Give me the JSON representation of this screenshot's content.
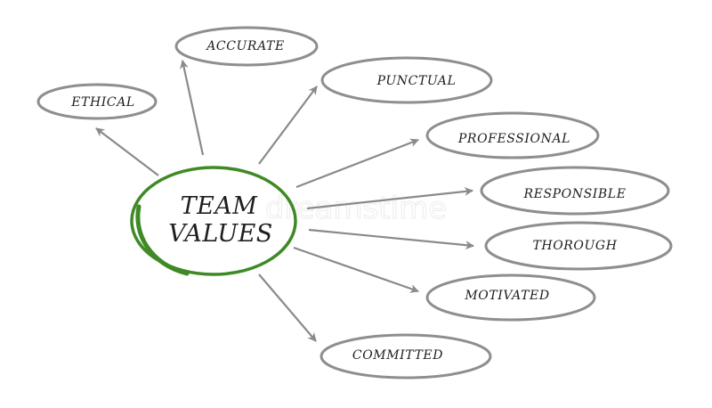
{
  "diagram": {
    "center": {
      "line1": "TEAM",
      "line2": "VALUES",
      "ring_color": "#3f8a25"
    },
    "edge_color": "#8a8a8a",
    "node_ring_color": "#8e8e8e",
    "nodes": [
      {
        "id": "ethical",
        "label": "ETHICAL"
      },
      {
        "id": "accurate",
        "label": "ACCURATE"
      },
      {
        "id": "punctual",
        "label": "PUNCTUAL"
      },
      {
        "id": "professional",
        "label": "PROFESSIONAL"
      },
      {
        "id": "responsible",
        "label": "RESPONSIBLE"
      },
      {
        "id": "thorough",
        "label": "THOROUGH"
      },
      {
        "id": "motivated",
        "label": "MOTIVATED"
      },
      {
        "id": "committed",
        "label": "COMMITTED"
      }
    ]
  },
  "watermark": {
    "text": "dreamstime"
  }
}
